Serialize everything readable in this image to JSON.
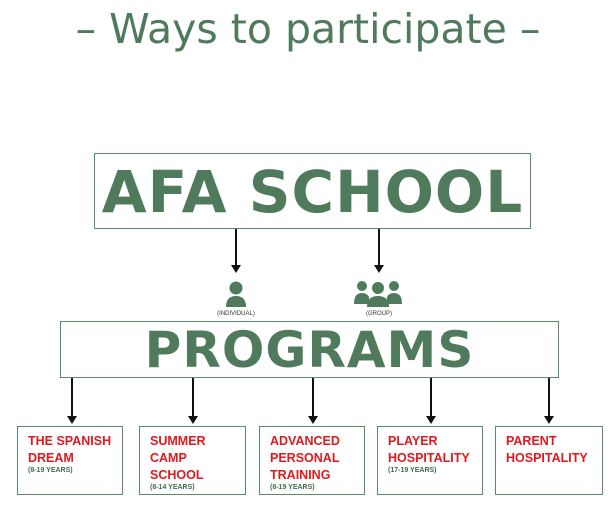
{
  "title": "– Ways to participate –",
  "school": {
    "label": "AFA SCHOOL"
  },
  "participation": {
    "individual_label": "(INDIVIDUAL)",
    "group_label": "(GROUP)",
    "individual_icon": "person-icon",
    "group_icon": "group-icon"
  },
  "programs": {
    "label": "PROGRAMS",
    "items": [
      {
        "name": "THE SPANISH\nDREAM",
        "age": "(8-19 YEARS)"
      },
      {
        "name": "SUMMER\nCAMP\nSCHOOL",
        "age": "(8-14 YEARS)"
      },
      {
        "name": "ADVANCED\nPERSONAL\nTRAINING",
        "age": "(8-19 YEARS)"
      },
      {
        "name": "PLAYER\nHOSPITALITY",
        "age": "(17-19 YEARS)"
      },
      {
        "name": "PARENT\nHOSPITALITY",
        "age": ""
      }
    ]
  },
  "colors": {
    "brand_green": "#4f7a5c",
    "program_red": "#e0191e",
    "border_green": "#5a8a69"
  }
}
